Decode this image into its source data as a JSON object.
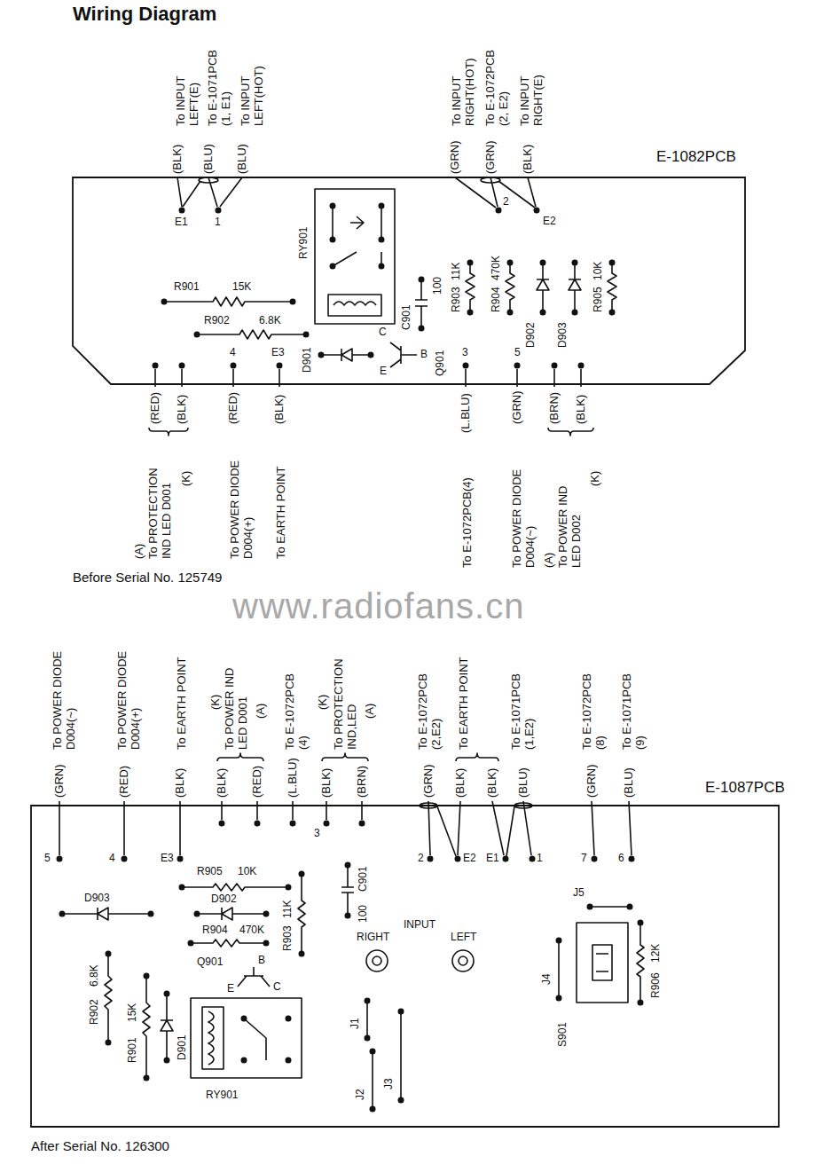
{
  "diagram": {
    "title": "Wiring Diagram",
    "nodes": [
      {
        "text": [
          "E-1082PCB"
        ]
      },
      {
        "text": [
          "E-1087PCB"
        ]
      }
    ],
    "labels": [
      "(BLK)",
      "To INPUT LEFT(E)",
      "(BLU)",
      "To E-1071PCB (1, E1)",
      "(BLU)",
      "To INPUT LEFT(HOT)",
      "(GRN)",
      "To INPUT RIGHT(HOT)",
      "(GRN)",
      "To E-1072PCB (2, E2)",
      "(BLK)",
      "To INPUT RIGHT(E)",
      "E1",
      "1",
      "2",
      "E2",
      "RY901",
      "R901",
      "15K",
      "R902",
      "6.8K",
      "C901",
      "100",
      "R903",
      "11K",
      "R904",
      "470K",
      "D902",
      "D903",
      "R905",
      "10K",
      "D901",
      "Q901",
      "E",
      "C",
      "B",
      "4",
      "E3",
      "3",
      "5",
      "(RED)",
      "(BLK)",
      "(A)",
      "To PROTECTION IND LED D001",
      "(K)",
      "(RED)",
      "To POWER DIODE D004(+)",
      "(BLK)",
      "To EARTH POINT",
      "(L.BLU)",
      "To E-1072PCB(4)",
      "(GRN)",
      "To POWER DIODE D004(~)",
      "(BRN)",
      "(BLK)",
      "(A)",
      "To POWER IND LED D002",
      "(K)",
      "Before Serial No. 125749",
      "www.radiofans.cn",
      "(GRN)",
      "To POWER DIODE D004(~)",
      "(RED)",
      "To POWER DIODE D004(+)",
      "(BLK)",
      "To EARTH POINT",
      "(BLK)",
      "(RED)",
      "(K)",
      "To POWER IND LED D001",
      "(A)",
      "(L.BLU)",
      "To E-1072PCB (4)",
      "(BLK)",
      "(BRN)",
      "(K)",
      "To PROTECTION IND,LED",
      "(A)",
      "(GRN)",
      "To E-1072PCB (2,E2)",
      "(BLK)",
      "To EARTH POINT",
      "(BLK)",
      "(BLU)",
      "To E-1071PCB (1,E2)",
      "(GRN)",
      "To E-1072PCB (8)",
      "(BLU)",
      "To E-1071PCB (9)",
      "5",
      "4",
      "E3",
      "3",
      "2",
      "E2",
      "E1",
      "1",
      "7",
      "6",
      "R905",
      "10K",
      "D903",
      "D902",
      "R904",
      "470K",
      "R903",
      "11K",
      "C901",
      "100",
      "Q901",
      "E",
      "C",
      "B",
      "RIGHT",
      "INPUT",
      "LEFT",
      "J1",
      "J4",
      "J5",
      "R906",
      "12K",
      "S901",
      "R902",
      "6.8K",
      "R901",
      "15K",
      "D901",
      "RY901",
      "J2",
      "J3",
      "After Serial No. 126300"
    ]
  }
}
